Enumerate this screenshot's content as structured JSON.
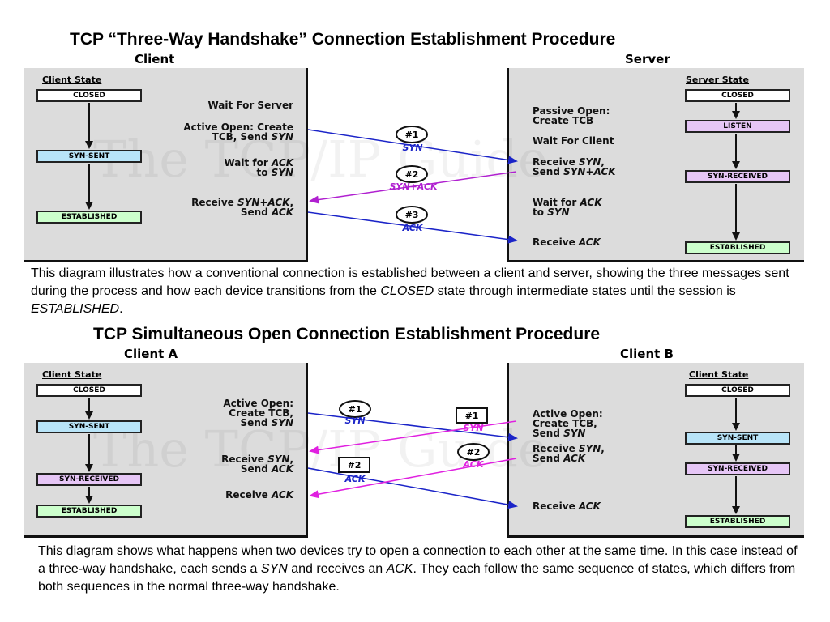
{
  "top": {
    "title": "TCP “Three-Way Handshake” Connection Establishment Procedure",
    "left_header": "Client",
    "right_header": "Server",
    "watermark": "The TCP/IP Guide",
    "left_state_header": "Client State",
    "right_state_header": "Server State",
    "left_states": [
      "CLOSED",
      "SYN-SENT",
      "ESTABLISHED"
    ],
    "right_states": [
      "CLOSED",
      "LISTEN",
      "SYN-RECEIVED",
      "ESTABLISHED"
    ],
    "left_actions": {
      "wait": "Wait For Server",
      "active_open_1": "Active Open: Create",
      "active_open_2a": "TCB, Send ",
      "active_open_2b": "SYN",
      "wait_ack_1a": "Wait for ",
      "wait_ack_1b": "ACK",
      "wait_ack_2a": "to ",
      "wait_ack_2b": "SYN",
      "recv_1a": "Receive ",
      "recv_1b": "SYN+ACK",
      "recv_1c": ",",
      "recv_2a": "Send ",
      "recv_2b": "ACK"
    },
    "right_actions": {
      "passive_1": "Passive Open:",
      "passive_2": "Create TCB",
      "wait_client": "Wait For Client",
      "recv_syn_1a": "Receive ",
      "recv_syn_1b": "SYN",
      "recv_syn_1c": ",",
      "recv_syn_2a": "Send ",
      "recv_syn_2b": "SYN+ACK",
      "wait_ack_1a": "Wait for ",
      "wait_ack_1b": "ACK",
      "wait_ack_2a": "to ",
      "wait_ack_2b": "SYN",
      "recv_ack_a": "Receive ",
      "recv_ack_b": "ACK"
    },
    "messages": [
      {
        "num": "#1",
        "label": "SYN"
      },
      {
        "num": "#2",
        "label": "SYN+ACK"
      },
      {
        "num": "#3",
        "label": "ACK"
      }
    ],
    "description": {
      "p1": "This diagram illustrates how a conventional connection is established between a client and server, showing the three messages sent during the process and how each device transitions from the ",
      "em1": "CLOSED",
      "p2": " state through intermediate states until the session is ",
      "em2": "ESTABLISHED",
      "p3": "."
    }
  },
  "bottom": {
    "title": "TCP Simultaneous Open Connection Establishment Procedure",
    "left_header": "Client A",
    "right_header": "Client B",
    "watermark": "The TCP/IP Guide",
    "left_state_header": "Client State",
    "right_state_header": "Client State",
    "left_states": [
      "CLOSED",
      "SYN-SENT",
      "SYN-RECEIVED",
      "ESTABLISHED"
    ],
    "right_states": [
      "CLOSED",
      "SYN-SENT",
      "SYN-RECEIVED",
      "ESTABLISHED"
    ],
    "left_actions": {
      "active_1": "Active Open:",
      "active_2": "Create TCB,",
      "active_3a": "Send ",
      "active_3b": "SYN",
      "recv_syn_1a": "Receive ",
      "recv_syn_1b": "SYN",
      "recv_syn_1c": ",",
      "recv_syn_2a": "Send ",
      "recv_syn_2b": "ACK",
      "recv_ack_a": "Receive ",
      "recv_ack_b": "ACK"
    },
    "right_actions": {
      "active_1": "Active Open:",
      "active_2": "Create TCB,",
      "active_3a": "Send ",
      "active_3b": "SYN",
      "recv_syn_1a": "Receive ",
      "recv_syn_1b": "SYN",
      "recv_syn_1c": ",",
      "recv_syn_2a": "Send ",
      "recv_syn_2b": "ACK",
      "recv_ack_a": "Receive ",
      "recv_ack_b": "ACK"
    },
    "messages_a": [
      {
        "num": "#1",
        "label": "SYN"
      },
      {
        "num": "#2",
        "label": "ACK"
      }
    ],
    "messages_b": [
      {
        "num": "#1",
        "label": "SYN"
      },
      {
        "num": "#2",
        "label": "ACK"
      }
    ],
    "description": {
      "p1": "This diagram shows what happens when two devices try to open a connection to each other at the same time. In this case instead of a three-way handshake, each sends a ",
      "em1": "SYN",
      "p2": " and receives an ",
      "em2": "ACK",
      "p3": ". They each follow the same sequence of states, which differs from both sequences in the normal three-way handshake."
    }
  },
  "colors": {
    "panel": "#dcdcdc",
    "client_arrow": "#1b24c8",
    "server_arrow": "#b020d0",
    "b_arrow": "#e020e0",
    "syn_sent": "#b8e4f8",
    "syn_received": "#e6c6f6",
    "established": "#ccffcc"
  }
}
